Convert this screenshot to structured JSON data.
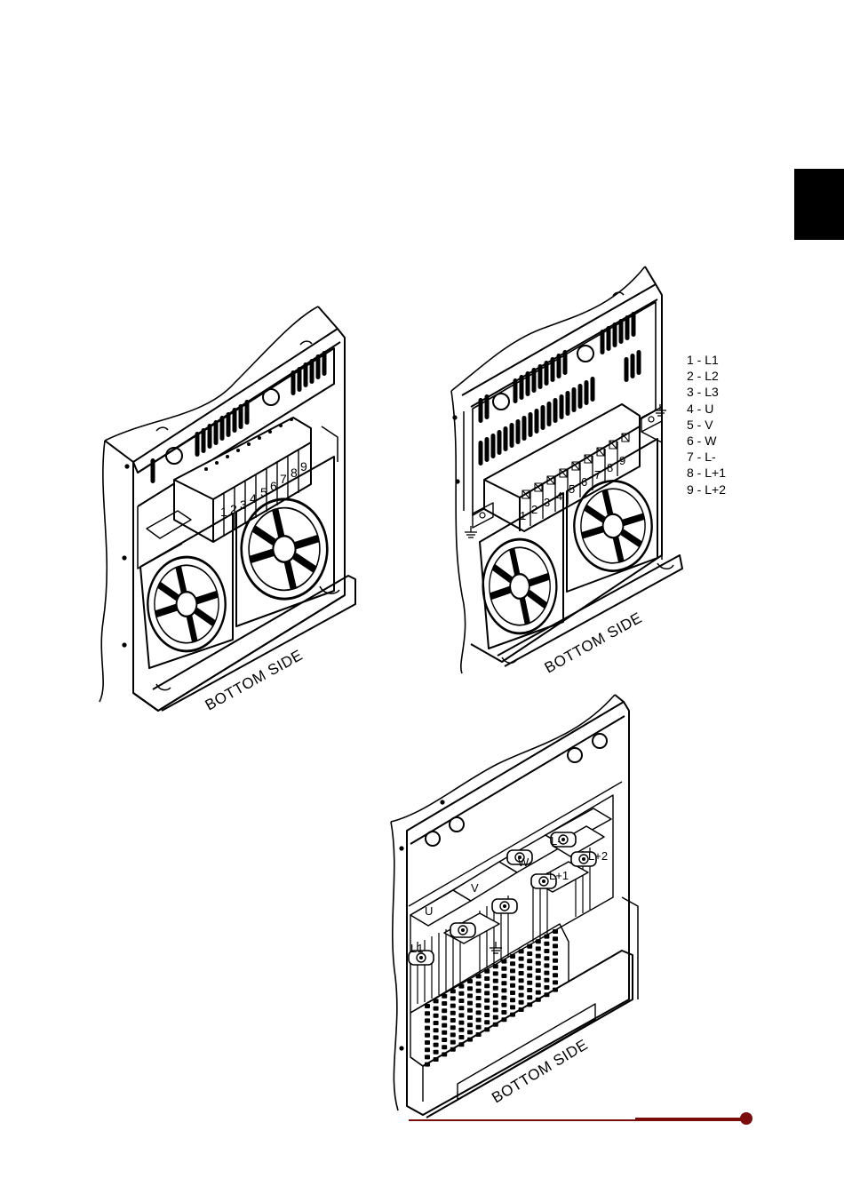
{
  "colors": {
    "accent": "#7b0c0c",
    "ink": "#000000",
    "tab": "#000000"
  },
  "figure1": {
    "terminals": [
      "1",
      "2",
      "3",
      "4",
      "5",
      "6",
      "7",
      "8",
      "9"
    ],
    "caption": "BOTTOM SIDE"
  },
  "figure2": {
    "terminals": [
      "1",
      "2",
      "3",
      "4",
      "5",
      "6",
      "7",
      "8",
      "9"
    ],
    "caption": "BOTTOM SIDE",
    "legend": [
      "1 - L1",
      "2 - L2",
      "3 - L3",
      "4 - U",
      "5 - V",
      "6 - W",
      "7 - L-",
      "8 - L+1",
      "9 - L+2"
    ]
  },
  "figure3": {
    "busbars": [
      "L1",
      "U",
      "V",
      "W",
      "L-",
      "L+1",
      "L+2"
    ],
    "caption": "BOTTOM SIDE"
  }
}
